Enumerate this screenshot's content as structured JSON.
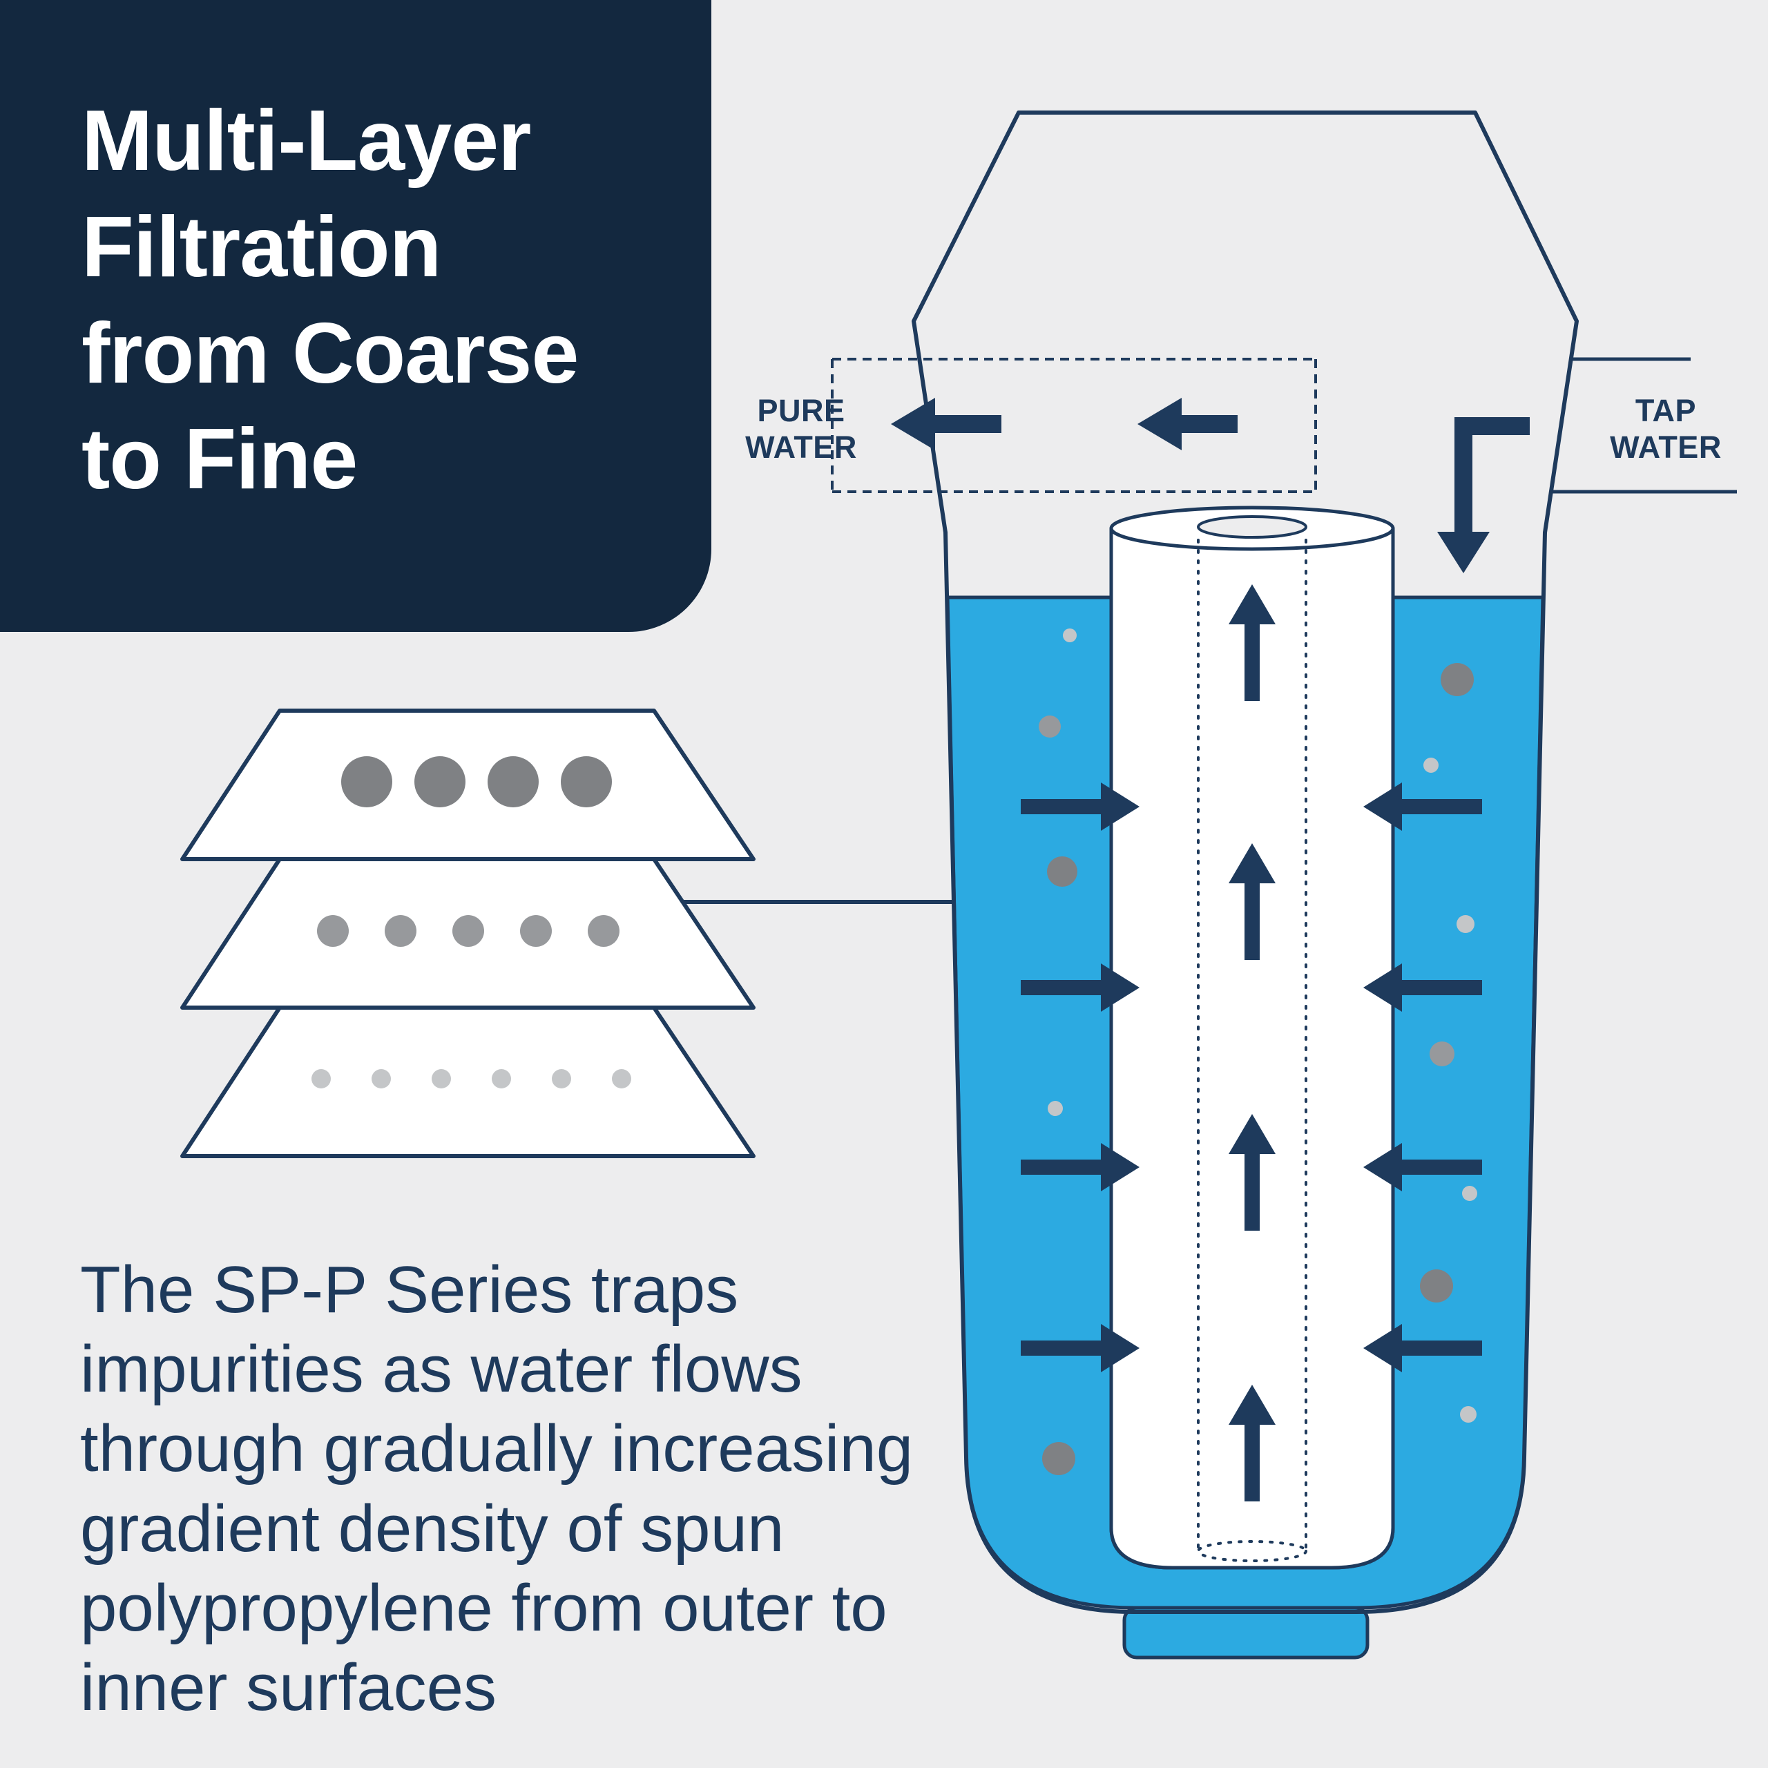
{
  "title": {
    "lines": [
      "Multi-Layer",
      "Filtration",
      "from Coarse",
      "to Fine"
    ]
  },
  "description": {
    "lines": [
      "The SP-P Series traps",
      "impurities as water flows",
      "through gradually increasing",
      "gradient density of spun",
      "polypropylene from outer to",
      "inner surfaces"
    ]
  },
  "diagram": {
    "labels": {
      "pure_water": [
        "PURE",
        "WATER"
      ],
      "tap_water": [
        "TAP",
        "WATER"
      ]
    },
    "layers": [
      {
        "name": "coarse outer layer",
        "dot_count": 4,
        "dot_size": "large",
        "dot_color": "#7f8184"
      },
      {
        "name": "medium middle layer",
        "dot_count": 5,
        "dot_size": "medium",
        "dot_color": "#97999c"
      },
      {
        "name": "fine inner layer",
        "dot_count": 6,
        "dot_size": "small",
        "dot_color": "#c4c6c8"
      }
    ],
    "flow": {
      "up_arrows": 4,
      "inward_arrows_per_side": 4,
      "pure_water_arrows": 2,
      "tap_water_arrows": 1
    }
  },
  "colors": {
    "background": "#ededee",
    "panel": "#13283f",
    "ink": "#1e3a5c",
    "water": "#2caae1"
  }
}
